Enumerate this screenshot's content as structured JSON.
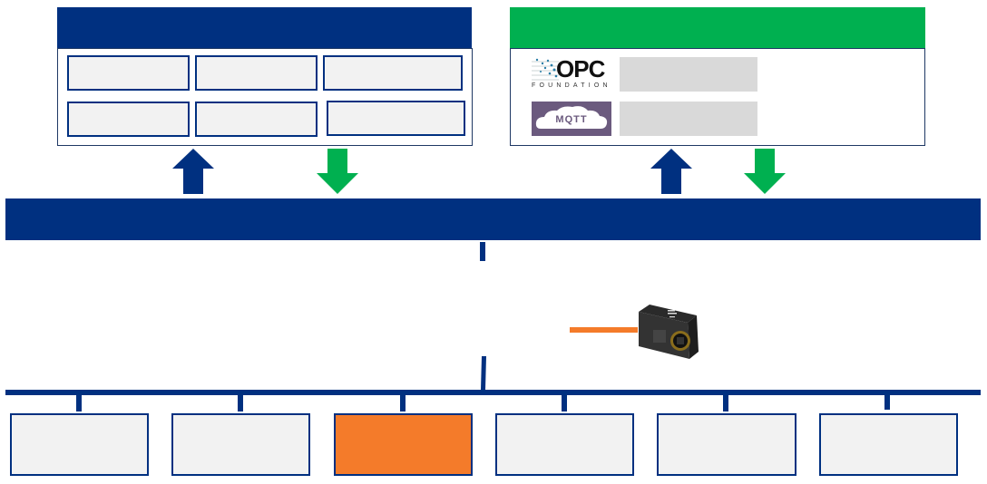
{
  "colors": {
    "navy": "#003080",
    "green": "#00b050",
    "orange": "#f47b2a",
    "cell_fill": "#f2f2f2",
    "placeholder_gray": "#d9d9d9",
    "mqtt_purple": "#6b5a7e"
  },
  "left_panel": {
    "header_label": "",
    "cells": [
      "",
      "",
      "",
      "",
      "",
      ""
    ]
  },
  "right_panel": {
    "header_label": "",
    "logos": [
      {
        "icon": "opc-foundation-logo",
        "text": "OPC",
        "subtext": "FOUNDATION"
      },
      {
        "icon": "mqtt-logo",
        "text": "MQTT"
      }
    ]
  },
  "arrows": [
    "up",
    "down",
    "up",
    "down"
  ],
  "bus": {
    "label": ""
  },
  "camera": {
    "icon": "industrial-camera"
  },
  "devices": [
    {
      "label": "",
      "highlight": false
    },
    {
      "label": "",
      "highlight": false
    },
    {
      "label": "",
      "highlight": true
    },
    {
      "label": "",
      "highlight": false
    },
    {
      "label": "",
      "highlight": false
    },
    {
      "label": "",
      "highlight": false
    }
  ]
}
